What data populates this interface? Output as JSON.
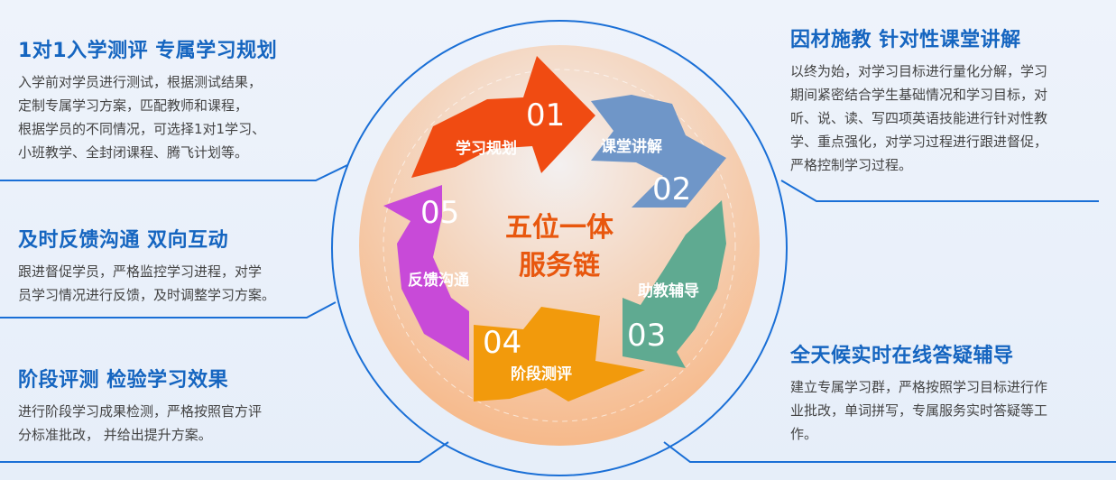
{
  "center_title": [
    "五位一体",
    "服务链"
  ],
  "steps": [
    {
      "num": "01",
      "label": "学习规划",
      "color": "#f04b12"
    },
    {
      "num": "02",
      "label": "课堂讲解",
      "color": "#6f96c8"
    },
    {
      "num": "03",
      "label": "助教辅导",
      "color": "#5faa91"
    },
    {
      "num": "04",
      "label": "阶段测评",
      "color": "#f29a0c"
    },
    {
      "num": "05",
      "label": "反馈沟通",
      "color": "#c84ad8"
    }
  ],
  "blocks": [
    {
      "title": "1对1入学测评 专属学习规划",
      "lines": [
        "入学前对学员进行测试，根据测试结果，",
        "定制专属学习方案，匹配教师和课程，",
        "根据学员的不同情况，可选择1对1学习、",
        "小班教学、全封闭课程、腾飞计划等。"
      ]
    },
    {
      "title": "及时反馈沟通 双向互动",
      "lines": [
        "跟进督促学员，严格监控学习进程，对学",
        "员学习情况进行反馈，及时调整学习方案。"
      ]
    },
    {
      "title": "阶段评测 检验学习效果",
      "lines": [
        "进行阶段学习成果检测，严格按照官方评",
        "分标准批改， 并给出提升方案。"
      ]
    },
    {
      "title": "因材施教 针对性课堂讲解",
      "lines": [
        "以终为始，对学习目标进行量化分解，学习",
        "期间紧密结合学生基础情况和学习目标，对",
        "听、说、读、写四项英语技能进行针对性教",
        "学、重点强化，对学习过程进行跟进督促，",
        "严格控制学习过程。"
      ]
    },
    {
      "title": "全天候实时在线答疑辅导",
      "lines": [
        "建立专属学习群，严格按照学习目标进行作",
        "业批改，单词拼写，专属服务实时答疑等工",
        "作。"
      ]
    }
  ]
}
